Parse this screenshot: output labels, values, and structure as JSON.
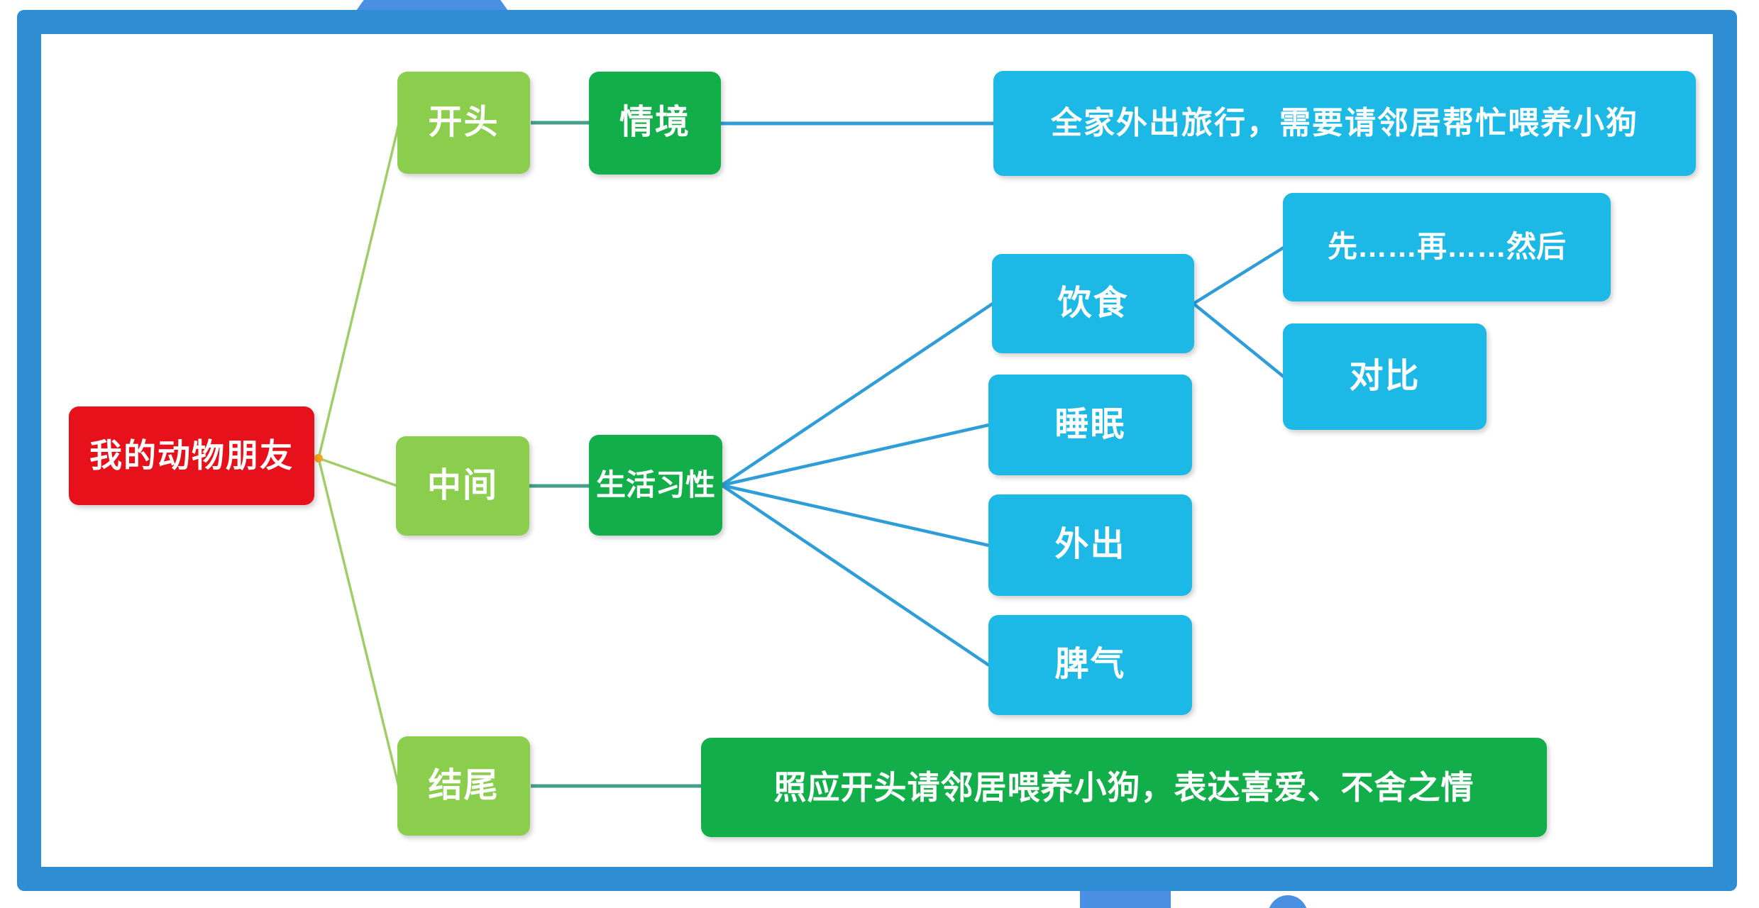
{
  "title": "我的动物朋友写作结构思维导图",
  "colors": {
    "frame_blue": "#2f8dd4",
    "decoration_blue": "#4a90e2",
    "root_red": "#e6111b",
    "branch_light_green": "#8bce4d",
    "sub_green": "#12ae4a",
    "sub_cyan_blue": "#1cb8e6",
    "line_green": "#a0cd66",
    "line_teal": "#44a08b",
    "line_blue": "#2f9ed8",
    "junction_dot_orange": "#f5a623",
    "node_text": "#ffffff"
  },
  "nodes": {
    "root": {
      "label": "我的动物朋友"
    },
    "beginning": {
      "label": "开头"
    },
    "situation": {
      "label": "情境"
    },
    "situation_detail": {
      "label": "全家外出旅行，需要请邻居帮忙喂养小狗"
    },
    "middle": {
      "label": "中间"
    },
    "habits": {
      "label": "生活习性"
    },
    "diet": {
      "label": "饮食"
    },
    "sequence": {
      "label": "先……再……然后"
    },
    "contrast": {
      "label": "对比"
    },
    "sleep": {
      "label": "睡眠"
    },
    "going_out": {
      "label": "外出"
    },
    "temper": {
      "label": "脾气"
    },
    "ending": {
      "label": "结尾"
    },
    "ending_detail": {
      "label": "照应开头请邻居喂养小狗，表达喜爱、不舍之情"
    }
  }
}
